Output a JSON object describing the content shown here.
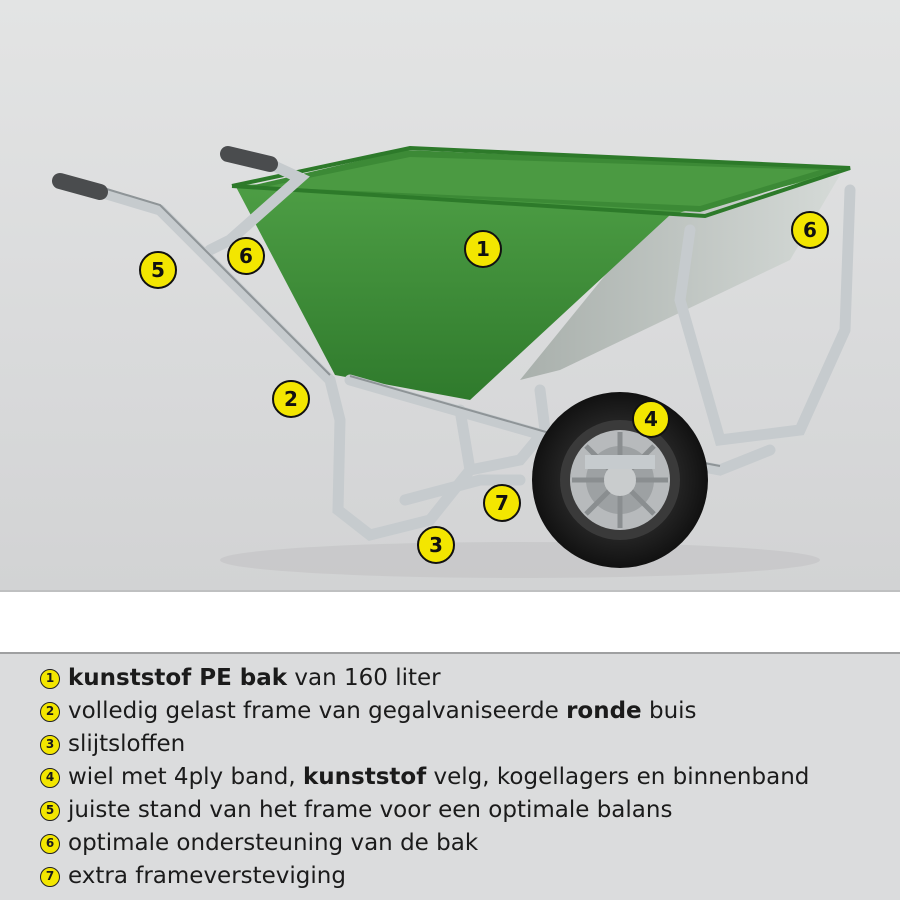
{
  "photo": {
    "subject": "wheelbarrow",
    "callouts": [
      {
        "label": "1"
      },
      {
        "label": "2"
      },
      {
        "label": "3"
      },
      {
        "label": "4"
      },
      {
        "label": "5"
      },
      {
        "label": "6"
      },
      {
        "label": "6"
      },
      {
        "label": "7"
      }
    ],
    "colors": {
      "callout_fill": "#f3e600",
      "tub_green": "#3f8f3a",
      "frame_steel": "#c9cdd0"
    }
  },
  "legend": {
    "items": [
      {
        "num": "1",
        "pre": "",
        "bold": "kunststof PE bak",
        "post": " van 160 liter",
        "bold2": "",
        "post2": ""
      },
      {
        "num": "2",
        "pre": "volledig gelast frame van gegalvaniseerde ",
        "bold": "ronde",
        "post": " buis",
        "bold2": "",
        "post2": ""
      },
      {
        "num": "3",
        "pre": "slijtsloffen",
        "bold": "",
        "post": "",
        "bold2": "",
        "post2": ""
      },
      {
        "num": "4",
        "pre": "wiel met 4ply band, ",
        "bold": "kunststof",
        "post": " velg, kogellagers en binnenband",
        "bold2": "",
        "post2": ""
      },
      {
        "num": "5",
        "pre": "juiste stand van het frame voor een optimale balans",
        "bold": "",
        "post": "",
        "bold2": "",
        "post2": ""
      },
      {
        "num": "6",
        "pre": "optimale ondersteuning van de bak",
        "bold": "",
        "post": "",
        "bold2": "",
        "post2": ""
      },
      {
        "num": "7",
        "pre": "extra frameversteviging",
        "bold": "",
        "post": "",
        "bold2": "",
        "post2": ""
      }
    ]
  }
}
